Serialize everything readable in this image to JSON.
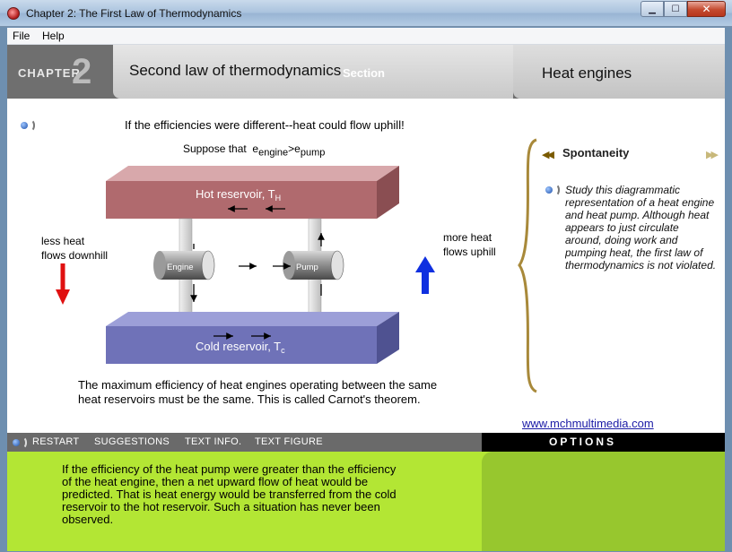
{
  "window": {
    "title": "Chapter 2: The First Law of Thermodynamics"
  },
  "menu": {
    "items": [
      "File",
      "Help"
    ]
  },
  "header": {
    "chapter_label": "CHAPTER",
    "chapter_number": "2",
    "title": "Second law of thermodynamics",
    "section_label": "Section",
    "topic": "Heat engines"
  },
  "main": {
    "intro": "If the efficiencies were different--heat could flow uphill!",
    "suppose_prefix": "Suppose that",
    "suppose_e1": "e",
    "suppose_sub1": "engine",
    "suppose_op": ">e",
    "suppose_sub2": "pump",
    "diagram": {
      "hot_label": "Hot reservoir, T",
      "hot_sub": "H",
      "cold_label": "Cold reservoir, T",
      "cold_sub": "c",
      "engine_label": "Engine",
      "pump_label": "Pump"
    },
    "less_heat_line1": "less heat",
    "less_heat_line2": "flows downhill",
    "more_heat_line1": "more heat",
    "more_heat_line2": "flows uphill",
    "bottom_text": "The maximum efficiency of heat engines operating between the same heat reservoirs must be the same.  This is called Carnot's theorem.",
    "website": "www.mchmultimedia.com"
  },
  "sidebar": {
    "heading": "Spontaneity",
    "text": "Study this diagrammatic representation of a heat engine and heat pump. Although heat appears to just circulate around, doing work and pumping heat, the first law of thermodynamics is not violated."
  },
  "toolbar": {
    "restart": "RESTART",
    "suggestions": "SUGGESTIONS",
    "text_info": "TEXT INFO.",
    "text_figure": "TEXT FIGURE",
    "options": "OPTIONS"
  },
  "footer": {
    "text": "If the efficiency of the heat pump were greater than the efficiency of the heat engine, then a net upward flow of heat would be predicted.  That is heat energy would be transferred from the cold reservoir to the hot reservoir.  Such a situation has never been observed."
  },
  "colors": {
    "hot_reservoir": "#b06a6e",
    "cold_reservoir": "#6f72b8",
    "green_panel": "#b3e634",
    "down_arrow": "#e01010",
    "up_arrow": "#1030e0"
  }
}
